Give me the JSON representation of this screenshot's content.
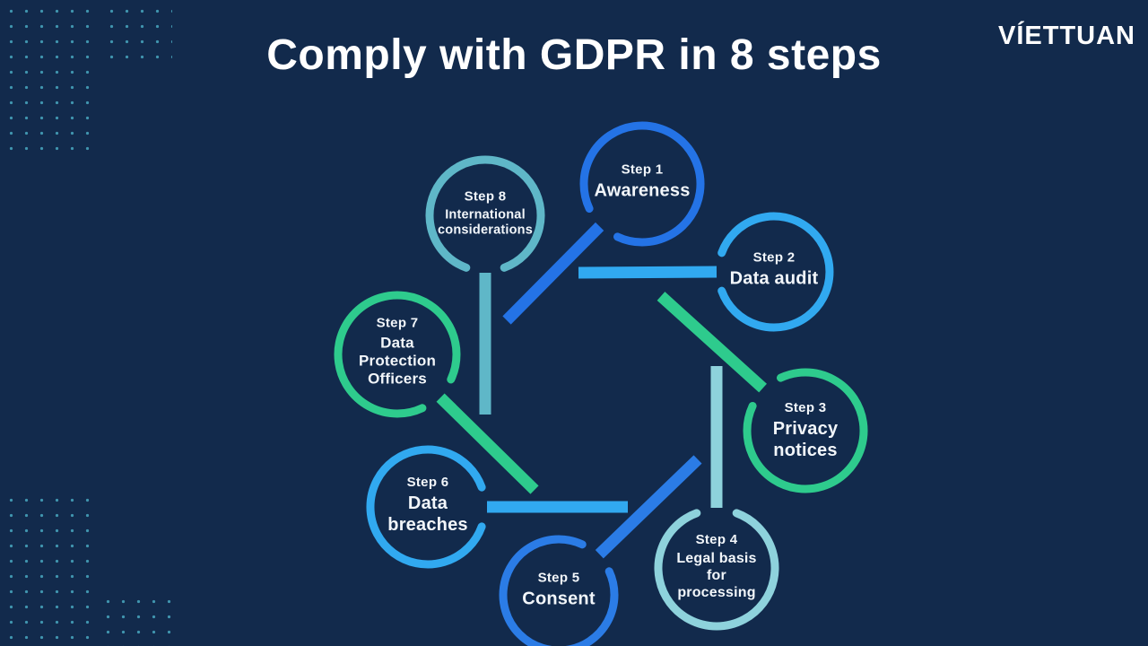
{
  "theme": {
    "background": "#122a4c",
    "dot_color": "#4fb9cf",
    "text_color": "#f2f6fa"
  },
  "header": {
    "title": "Comply with GDPR in 8 steps",
    "logo": "VÍETTUAN"
  },
  "steps": [
    {
      "step_label": "Step 1",
      "title": "Awareness",
      "color": "#2473e6"
    },
    {
      "step_label": "Step 2",
      "title": "Data audit",
      "color": "#31a9f0"
    },
    {
      "step_label": "Step 3",
      "title": "Privacy\nnotices",
      "color": "#2ecb8d"
    },
    {
      "step_label": "Step 4",
      "title": "Legal basis\nfor\nprocessing",
      "color": "#8ed2dc"
    },
    {
      "step_label": "Step 5",
      "title": "Consent",
      "color": "#2b7ce6"
    },
    {
      "step_label": "Step 6",
      "title": "Data\nbreaches",
      "color": "#31a9f0"
    },
    {
      "step_label": "Step 7",
      "title": "Data\nProtection\nOfficers",
      "color": "#2ecb8d"
    },
    {
      "step_label": "Step 8",
      "title": "International\nconsiderations",
      "color": "#5fb7c8"
    }
  ]
}
